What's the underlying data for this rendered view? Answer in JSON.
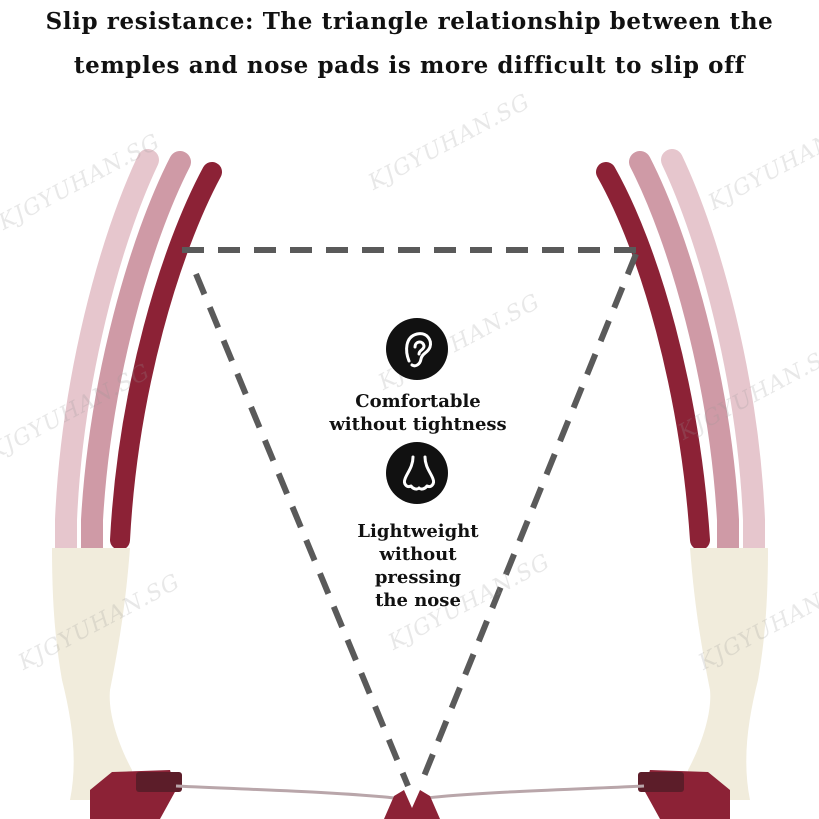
{
  "headline": {
    "line1": "Slip resistance: The triangle relationship between the",
    "line2": "temples and nose pads is more difficult to slip off"
  },
  "features": [
    {
      "icon": "ear-icon",
      "lines": [
        "Comfortable",
        "without tightness"
      ]
    },
    {
      "icon": "nose-icon",
      "lines": [
        "Lightweight",
        "without",
        "pressing",
        "the nose"
      ]
    }
  ],
  "watermark": "KJGYUHAN.SG",
  "colors": {
    "temple_main": "#8c2236",
    "temple_ghost_1": "#cf9aa6",
    "temple_ghost_2": "#e6c6cd",
    "temple_tip": "#f1ecdc",
    "dash": "#5a5a5a",
    "icon_bg": "#111111"
  }
}
